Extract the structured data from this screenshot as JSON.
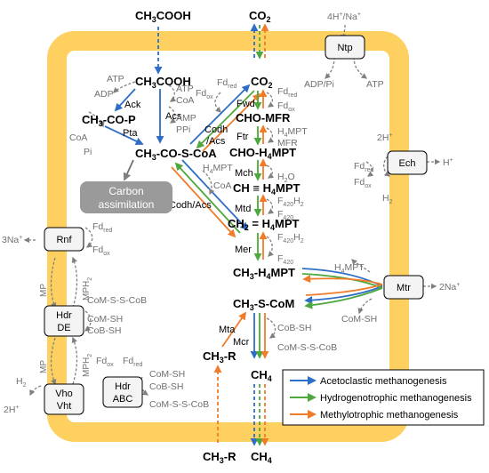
{
  "colors": {
    "membrane": "#fdd05f",
    "acetoclastic": "#2e6ec8",
    "hydrogenotrophic": "#4fa83d",
    "methylotrophic": "#f07c2a",
    "cofactor_gray": "#707070",
    "enzyme_box_fill": "#f4f4f4",
    "carbon_box_fill": "#9a9a9a"
  },
  "compounds": {
    "acetate_out": "CH3COOH",
    "co2_out": "CO2",
    "acetate_in": "CH3COOH",
    "acetyl_phosphate": "CH3-CO-P",
    "acetyl_coa": "CH3-CO-S-CoA",
    "co2_in": "CO2",
    "cho_mfr": "CHO-MFR",
    "cho_h4mpt": "CHO-H4MPT",
    "ch_h4mpt": "CH ≡ H4MPT",
    "ch2_h4mpt": "CH2 = H4MPT",
    "ch3_h4mpt": "CH3-H4MPT",
    "ch3_s_com": "CH3-S-CoM",
    "ch3_r_in": "CH3-R",
    "ch4_in": "CH4",
    "ch3_r_out": "CH3-R",
    "ch4_out": "CH4"
  },
  "enzymes": {
    "ack": "Ack",
    "pta": "Pta",
    "acs": "Acs",
    "codh_acs_top": "Codh\n/Acs",
    "codh_acs": "Codh/Acs",
    "fwd": "Fwd",
    "ftr": "Ftr",
    "mch": "Mch",
    "mtd": "Mtd",
    "mer": "Mer",
    "mta": "Mta",
    "mcr": "Mcr"
  },
  "boxes": {
    "carbon_assimilation": "Carbon\nassimilation",
    "ntp": "Ntp",
    "ech": "Ech",
    "rnf": "Rnf",
    "hdr_de": "Hdr\nDE",
    "vho_vht": "Vho\nVht",
    "hdr_abc": "Hdr\nABC",
    "mtr": "Mtr"
  },
  "cofactors": {
    "ntp_top": "4H+/Na+",
    "ntp_adp": "ADP/Pi",
    "ntp_atp": "ATP",
    "ack_atp": "ATP",
    "ack_adp": "ADP",
    "pta_coa": "CoA",
    "pta_pi": "Pi",
    "acs_atp": "ATP",
    "acs_coa": "CoA",
    "acs_amp": "AMP",
    "acs_ppi": "PPi",
    "codh_fdox": "Fdox",
    "codh_fdred": "Fdred",
    "carbon_h4mpt": "H4MPT",
    "carbon_coa": "CoA",
    "fwd_fdred": "Fdred",
    "fwd_fdox": "Fdox",
    "ftr_h4mpt": "H4MPT",
    "ftr_mfr": "MFR",
    "mch_h2o": "H2O",
    "mtd_f420h2": "F420H2",
    "mtd_f420": "F420",
    "mer_f420h2": "F420H2",
    "mer_f420": "F420",
    "ech_2h": "2H+",
    "ech_fdred": "Fdred",
    "ech_fdox": "Fdox",
    "ech_h2": "H2",
    "ech_h": "H+",
    "rnf_3na": "3Na+",
    "rnf_fdred": "Fdred",
    "rnf_fdox": "Fdox",
    "mp_1": "MP",
    "mph2_1": "MPH2",
    "hdr_de_cosscob": "CoM-S-S-CoB",
    "hdr_de_comsh": "CoM-SH",
    "hdr_de_cobsh": "CoB-SH",
    "mp_2": "MP",
    "mph2_2": "MPH2",
    "vho_h2": "H2",
    "vho_2h": "2H+",
    "hdrabc_fdox": "Fdox",
    "hdrabc_fdred": "Fdred",
    "hdrabc_comsh": "CoM-SH",
    "hdrabc_cobsh": "CoB-SH",
    "hdrabc_cosscob": "CoM-S-S-CoB",
    "mtr_h4mpt": "H4MPT",
    "mtr_2na": "2Na+",
    "mtr_comsh": "CoM-SH",
    "mcr_cobsh": "CoB-SH",
    "mcr_cosscob": "CoM-S-S-CoB"
  },
  "legend": [
    {
      "label": "Acetoclastic methanogenesis",
      "color": "#2e6ec8"
    },
    {
      "label": "Hydrogenotrophic methanogenesis",
      "color": "#4fa83d"
    },
    {
      "label": "Methylotrophic methanogenesis",
      "color": "#f07c2a"
    }
  ]
}
